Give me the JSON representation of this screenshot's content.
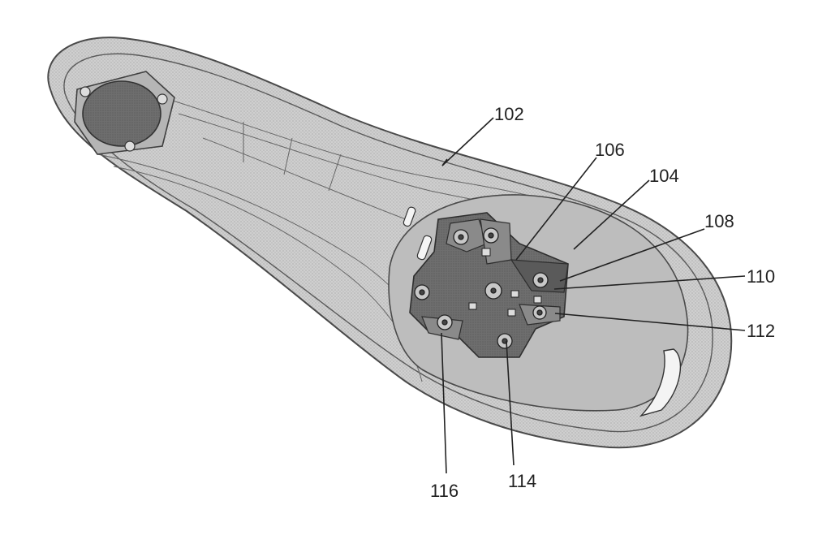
{
  "figure": {
    "reference_numerals": [
      {
        "id": "r102",
        "text": "102"
      },
      {
        "id": "r106",
        "text": "106"
      },
      {
        "id": "r104",
        "text": "104"
      },
      {
        "id": "r108",
        "text": "108"
      },
      {
        "id": "r110",
        "text": "110"
      },
      {
        "id": "r112",
        "text": "112"
      },
      {
        "id": "r116",
        "text": "116"
      },
      {
        "id": "r114",
        "text": "114"
      }
    ]
  },
  "colors": {
    "insole_fill": "#c9c9c9",
    "insole_stroke": "#4a4a4a",
    "sensor_dark": "#6b6b6b",
    "sensor_darker": "#4d4d4d",
    "heel_pad": "#7a7a7a"
  }
}
